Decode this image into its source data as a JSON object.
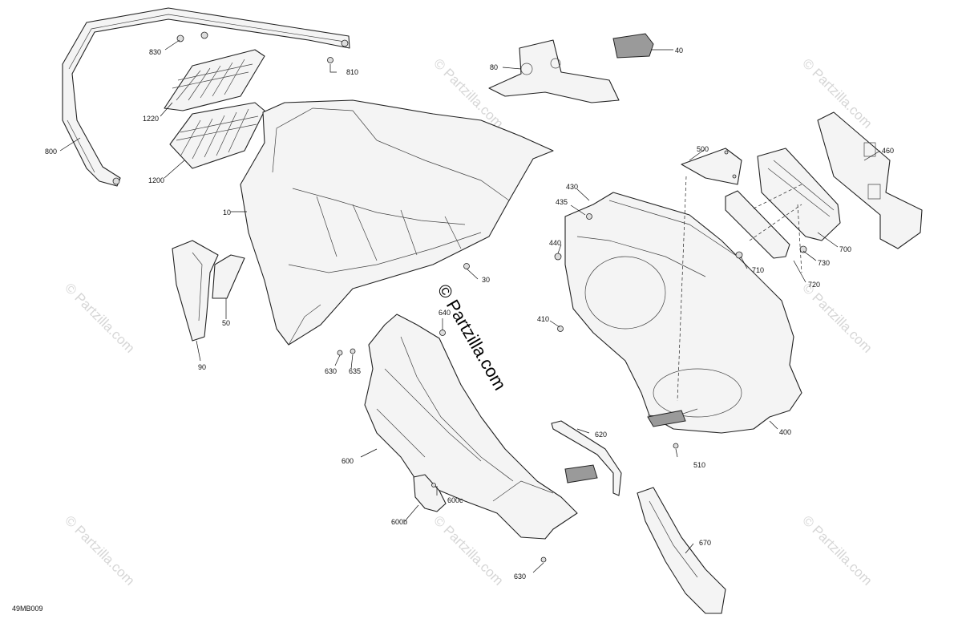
{
  "diagram_id": "49MB009",
  "watermark_main": "© Partzilla.com",
  "watermark_tile": "© Partzilla.com",
  "callouts": [
    {
      "id": "830",
      "label": "830"
    },
    {
      "id": "810",
      "label": "810"
    },
    {
      "id": "800",
      "label": "800"
    },
    {
      "id": "1220",
      "label": "1220"
    },
    {
      "id": "1200",
      "label": "1200"
    },
    {
      "id": "80",
      "label": "80"
    },
    {
      "id": "40",
      "label": "40"
    },
    {
      "id": "10",
      "label": "10"
    },
    {
      "id": "30",
      "label": "30"
    },
    {
      "id": "500",
      "label": "500"
    },
    {
      "id": "460",
      "label": "460"
    },
    {
      "id": "430",
      "label": "430"
    },
    {
      "id": "435",
      "label": "435"
    },
    {
      "id": "440",
      "label": "440"
    },
    {
      "id": "700",
      "label": "700"
    },
    {
      "id": "730",
      "label": "730"
    },
    {
      "id": "710",
      "label": "710"
    },
    {
      "id": "720",
      "label": "720"
    },
    {
      "id": "410",
      "label": "410"
    },
    {
      "id": "50",
      "label": "50"
    },
    {
      "id": "90",
      "label": "90"
    },
    {
      "id": "640",
      "label": "640"
    },
    {
      "id": "630a",
      "label": "630"
    },
    {
      "id": "635",
      "label": "635"
    },
    {
      "id": "400",
      "label": "400"
    },
    {
      "id": "620",
      "label": "620"
    },
    {
      "id": "510",
      "label": "510"
    },
    {
      "id": "600",
      "label": "600"
    },
    {
      "id": "600c",
      "label": "600c"
    },
    {
      "id": "600b",
      "label": "600b"
    },
    {
      "id": "670",
      "label": "670"
    },
    {
      "id": "630b",
      "label": "630"
    }
  ]
}
